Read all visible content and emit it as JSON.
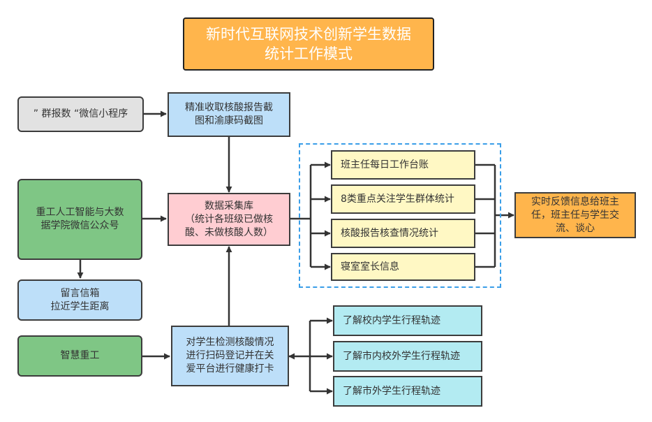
{
  "diagram": {
    "title": "新时代互联网技术创新学生数据\n统计工作模式",
    "colors": {
      "orange": "#ffb54c",
      "gray": "#e2e2e2",
      "blue": "#bddff9",
      "green": "#7fc685",
      "pink": "#ffcdd2",
      "yellow": "#fff8c4",
      "cyan": "#b3ebf2",
      "dashed_border": "#3a9ee8",
      "line": "#333333"
    },
    "nodes": {
      "wechat_mini": "” 群报数 “微信小程序",
      "collect_reports": "精准收取核酸报告截\n图和渝康码截图",
      "official_account": "重工人工智能与大数\n据学院微信公众号",
      "database": "数据采集库\n（统计各班级已做核\n酸、未做核酸人数）",
      "mailbox": "留言信箱\n拉近学生距离",
      "smart_cqut": "智慧重工",
      "scan_register": "对学生检测核酸情况\n进行扫码登记并在关\n爱平台进行健康打卡",
      "feedback": "实时反馈信息给班主\n任，班主任与学生交\n流、谈心"
    },
    "stats_group": [
      "班主任每日工作台账",
      "8类重点关注学生群体统计",
      "核酸报告核查情况统计",
      "寝室室长信息"
    ],
    "track_group": [
      "了解校内学生行程轨迹",
      "了解市内校外学生行程轨迹",
      "了解市外学生行程轨迹"
    ],
    "edges": [
      [
        "wechat_mini",
        "collect_reports"
      ],
      [
        "collect_reports",
        "database"
      ],
      [
        "official_account",
        "database"
      ],
      [
        "official_account",
        "mailbox"
      ],
      [
        "scan_register",
        "database"
      ],
      [
        "smart_cqut",
        "scan_register"
      ],
      [
        "database",
        "stats_group"
      ],
      [
        "stats_group",
        "feedback"
      ],
      [
        "track_group",
        "scan_register"
      ]
    ]
  }
}
